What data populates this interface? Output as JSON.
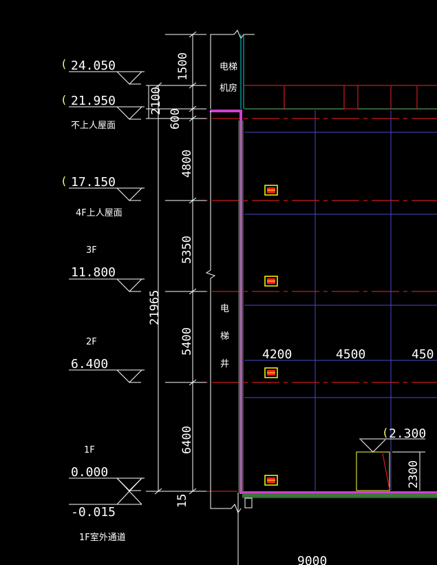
{
  "levels": [
    {
      "value": "24.050",
      "label": ""
    },
    {
      "value": "21.950",
      "label": "不上人屋面"
    },
    {
      "value": "17.150",
      "label": "4F上人屋面"
    },
    {
      "value": "11.800",
      "label": "3F"
    },
    {
      "value": "6.400",
      "label": "2F"
    },
    {
      "value": "0.000",
      "label": "1F"
    },
    {
      "value": "-0.015",
      "label": "1F室外通道"
    }
  ],
  "dimensions": {
    "total": "21965",
    "segments": [
      "1500",
      "2100",
      "600",
      "4800",
      "5350",
      "5400",
      "6400",
      "15"
    ]
  },
  "spans": [
    "4200",
    "4500",
    "450"
  ],
  "bottom_span": "9000",
  "room_machine": [
    "电梯",
    "机房"
  ],
  "room_shaft": [
    "电",
    "梯",
    "井"
  ],
  "window_level": "2.300",
  "window_height": "2300",
  "paren_mark": "("
}
